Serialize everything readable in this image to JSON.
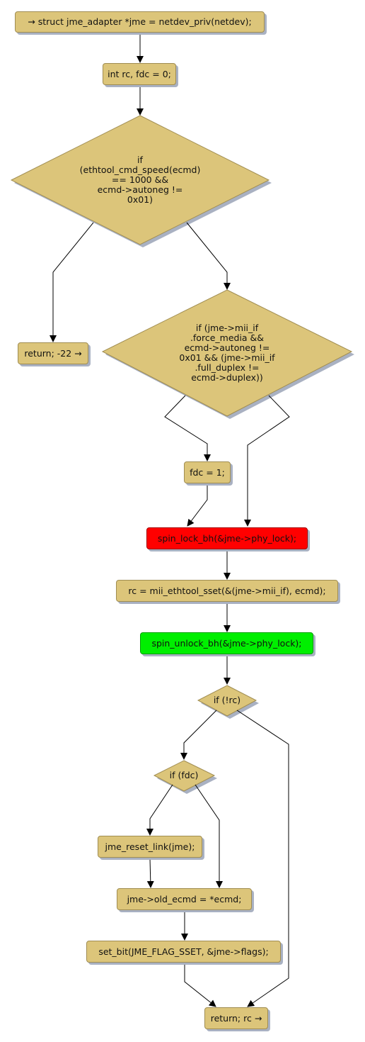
{
  "nodes": {
    "adapter": "→ struct jme_adapter *jme = netdev_priv(netdev);",
    "init": "int rc, fdc = 0;",
    "if_speed": "if\n(ethtool_cmd_speed(ecmd)\n== 1000 &&\necmd->autoneg !=\n0x01)",
    "return_22": "return; -22 →",
    "if_force": "if (jme->mii_if\n.force_media &&\necmd->autoneg !=\n0x01 && (jme->mii_if\n.full_duplex !=\necmd->duplex))",
    "fdc_one": "fdc = 1;",
    "spin_lock": "spin_lock_bh(&jme->phy_lock);",
    "rc_sset": "rc = mii_ethtool_sset(&(jme->mii_if), ecmd);",
    "spin_unlock": "spin_unlock_bh(&jme->phy_lock);",
    "if_rc": "if (!rc)",
    "if_fdc": "if (fdc)",
    "reset_link": "jme_reset_link(jme);",
    "old_ecmd": "jme->old_ecmd = *ecmd;",
    "set_bit": "set_bit(JME_FLAG_SSET, &jme->flags);",
    "return_rc": "return; rc →"
  },
  "colors": {
    "node_fill": "#dcc57a",
    "node_border": "#a08d52",
    "lock_fill": "#ff0000",
    "unlock_fill": "#00ef00",
    "shadow": "#a9b1c2"
  }
}
